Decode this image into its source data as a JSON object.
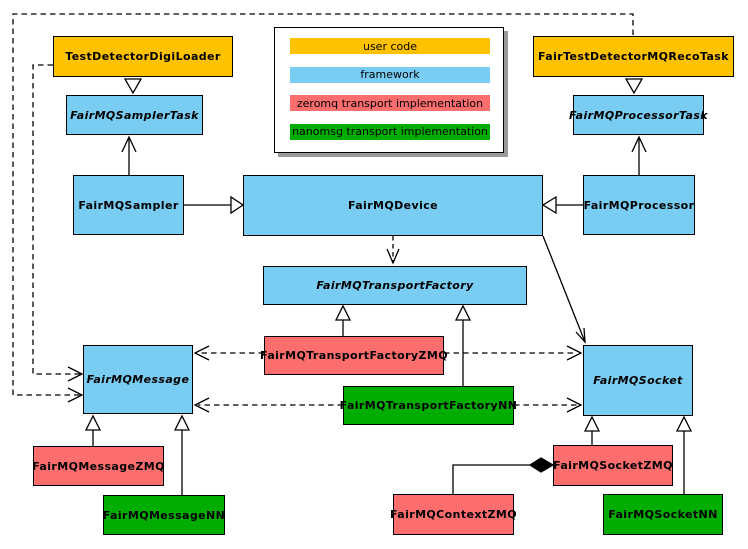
{
  "diagram": {
    "kind": "uml-class-diagram",
    "palette": {
      "user_code": "#FFC200",
      "framework": "#79CCF2",
      "zeromq": "#FC6E6E",
      "nanomsg": "#00AD00",
      "border": "#000000",
      "legend_shadow": "#9a9a9a"
    },
    "legend": {
      "items": [
        {
          "key": "user_code",
          "label": "user code"
        },
        {
          "key": "framework",
          "label": "framework"
        },
        {
          "key": "zeromq",
          "label": "zeromq transport implementation"
        },
        {
          "key": "nanomsg",
          "label": "nanomsg transport implementation"
        }
      ]
    },
    "nodes": {
      "test_detector_digi_loader": {
        "label": "TestDetectorDigiLoader",
        "type": "user_code",
        "abstract": false
      },
      "fair_test_detector_mq_reco_task": {
        "label": "FairTestDetectorMQRecoTask",
        "type": "user_code",
        "abstract": false
      },
      "fairmq_sampler_task": {
        "label": "FairMQSamplerTask",
        "type": "framework",
        "abstract": true
      },
      "fairmq_processor_task": {
        "label": "FairMQProcessorTask",
        "type": "framework",
        "abstract": true
      },
      "fairmq_sampler": {
        "label": "FairMQSampler",
        "type": "framework",
        "abstract": false
      },
      "fairmq_device": {
        "label": "FairMQDevice",
        "type": "framework",
        "abstract": false
      },
      "fairmq_processor": {
        "label": "FairMQProcessor",
        "type": "framework",
        "abstract": false
      },
      "fairmq_transport_factory": {
        "label": "FairMQTransportFactory",
        "type": "framework",
        "abstract": true
      },
      "fairmq_transport_factory_zmq": {
        "label": "FairMQTransportFactoryZMQ",
        "type": "zeromq",
        "abstract": false
      },
      "fairmq_transport_factory_nn": {
        "label": "FairMQTransportFactoryNN",
        "type": "nanomsg",
        "abstract": false
      },
      "fairmq_message": {
        "label": "FairMQMessage",
        "type": "framework",
        "abstract": true
      },
      "fairmq_socket": {
        "label": "FairMQSocket",
        "type": "framework",
        "abstract": true
      },
      "fairmq_message_zmq": {
        "label": "FairMQMessageZMQ",
        "type": "zeromq",
        "abstract": false
      },
      "fairmq_message_nn": {
        "label": "FairMQMessageNN",
        "type": "nanomsg",
        "abstract": false
      },
      "fairmq_context_zmq": {
        "label": "FairMQContextZMQ",
        "type": "zeromq",
        "abstract": false
      },
      "fairmq_socket_zmq": {
        "label": "FairMQSocketZMQ",
        "type": "zeromq",
        "abstract": false
      },
      "fairmq_socket_nn": {
        "label": "FairMQSocketNN",
        "type": "nanomsg",
        "abstract": false
      }
    },
    "relations": [
      {
        "from": "TestDetectorDigiLoader",
        "to": "FairMQSamplerTask",
        "kind": "inheritance"
      },
      {
        "from": "FairTestDetectorMQRecoTask",
        "to": "FairMQProcessorTask",
        "kind": "inheritance"
      },
      {
        "from": "FairMQSampler",
        "to": "FairMQSamplerTask",
        "kind": "association"
      },
      {
        "from": "FairMQProcessor",
        "to": "FairMQProcessorTask",
        "kind": "association"
      },
      {
        "from": "FairMQSampler",
        "to": "FairMQDevice",
        "kind": "inheritance"
      },
      {
        "from": "FairMQProcessor",
        "to": "FairMQDevice",
        "kind": "inheritance"
      },
      {
        "from": "FairMQDevice",
        "to": "FairMQTransportFactory",
        "kind": "dependency-dashed"
      },
      {
        "from": "FairMQDevice",
        "to": "FairMQSocket",
        "kind": "association"
      },
      {
        "from": "FairMQTransportFactoryZMQ",
        "to": "FairMQTransportFactory",
        "kind": "inheritance"
      },
      {
        "from": "FairMQTransportFactoryNN",
        "to": "FairMQTransportFactory",
        "kind": "inheritance"
      },
      {
        "from": "FairMQTransportFactoryZMQ",
        "to": "FairMQMessage",
        "kind": "dependency-dashed"
      },
      {
        "from": "FairMQTransportFactoryZMQ",
        "to": "FairMQSocket",
        "kind": "dependency-dashed"
      },
      {
        "from": "FairMQTransportFactoryNN",
        "to": "FairMQMessage",
        "kind": "dependency-dashed"
      },
      {
        "from": "FairMQTransportFactoryNN",
        "to": "FairMQSocket",
        "kind": "dependency-dashed"
      },
      {
        "from": "TestDetectorDigiLoader",
        "to": "FairMQMessage",
        "kind": "dependency-dashed"
      },
      {
        "from": "FairTestDetectorMQRecoTask",
        "to": "FairMQMessage",
        "kind": "dependency-dashed"
      },
      {
        "from": "FairMQMessageZMQ",
        "to": "FairMQMessage",
        "kind": "inheritance"
      },
      {
        "from": "FairMQMessageNN",
        "to": "FairMQMessage",
        "kind": "inheritance"
      },
      {
        "from": "FairMQSocketZMQ",
        "to": "FairMQSocket",
        "kind": "inheritance"
      },
      {
        "from": "FairMQSocketNN",
        "to": "FairMQSocket",
        "kind": "inheritance"
      },
      {
        "from": "FairMQContextZMQ",
        "to": "FairMQSocketZMQ",
        "kind": "composition"
      }
    ]
  }
}
